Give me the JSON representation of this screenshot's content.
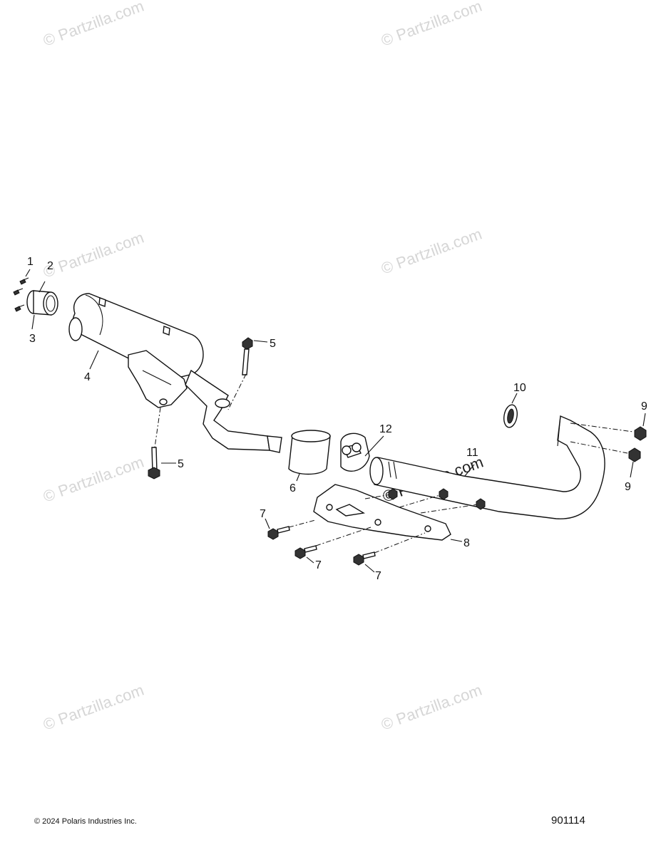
{
  "watermark": "© Partzilla.com",
  "watermark_center": "© Partzilla.com",
  "callouts": {
    "c1": "1",
    "c2": "2",
    "c3": "3",
    "c4": "4",
    "c5a": "5",
    "c5b": "5",
    "c6": "6",
    "c7a": "7",
    "c7b": "7",
    "c7c": "7",
    "c8": "8",
    "c9a": "9",
    "c9b": "9",
    "c10": "10",
    "c11": "11",
    "c12": "12"
  },
  "footer": {
    "copyright": "© 2024 Polaris Industries Inc.",
    "diagram_number": "901114"
  }
}
